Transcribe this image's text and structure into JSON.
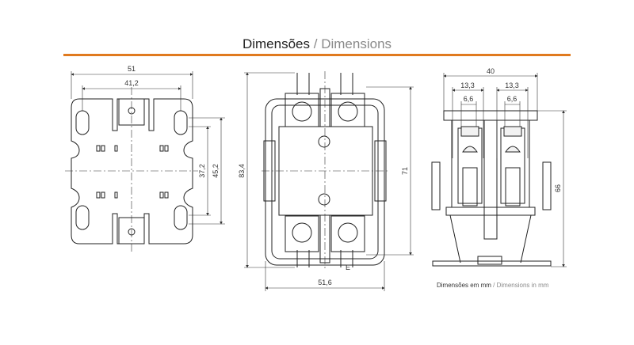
{
  "header": {
    "title_pt": "Dimensões",
    "separator": "/",
    "title_en": "Dimensions",
    "accent_color": "#e07a1f"
  },
  "views": {
    "bottom": {
      "width": "51",
      "hole_spacing": "41,2",
      "inner_height": "37,2",
      "outer_height": "45,2"
    },
    "front": {
      "height": "83,4",
      "body_height": "71",
      "width": "51,6",
      "terminal_label": "E"
    },
    "side": {
      "width": "40",
      "pole_width_1": "13,3",
      "pole_width_2": "13,3",
      "screw_width_1": "6,6",
      "screw_width_2": "6,6",
      "height": "66"
    }
  },
  "footer": {
    "note_pt": "Dimensões em mm",
    "separator": "/",
    "note_en": "Dimensions in mm"
  }
}
